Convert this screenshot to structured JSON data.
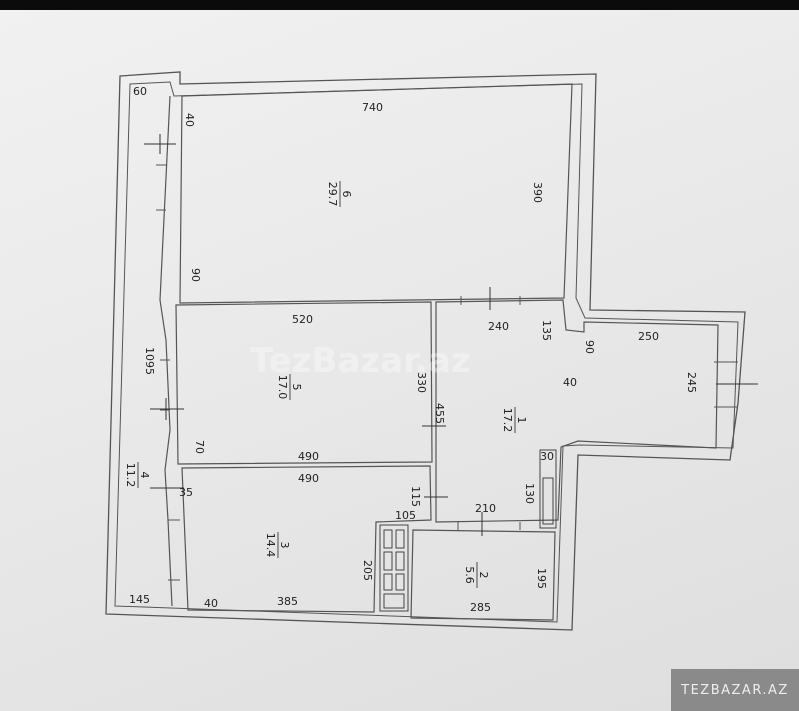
{
  "plan": {
    "watermark": "TezBazar.az",
    "badge": "TEZBAZAR.AZ",
    "rooms": [
      {
        "number": "6",
        "area": "29.7"
      },
      {
        "number": "5",
        "area": "17.0"
      },
      {
        "number": "4",
        "area": "11.2"
      },
      {
        "number": "3",
        "area": "14.4"
      },
      {
        "number": "1",
        "area": "17.2"
      },
      {
        "number": "2",
        "area": "5.6"
      }
    ],
    "dimensions": {
      "d60": "60",
      "d40_top": "40",
      "d740": "740",
      "d390": "390",
      "d90_r6": "90",
      "d520": "520",
      "d330": "330",
      "d490_a": "490",
      "d70": "70",
      "d1095": "1095",
      "d490_b": "490",
      "d35": "35",
      "d385": "385",
      "d40_bottom": "40",
      "d145": "145",
      "d205": "205",
      "d105": "105",
      "d115": "115",
      "d455": "455",
      "d240": "240",
      "d135": "135",
      "d90_r1": "90",
      "d40_r1": "40",
      "d250": "250",
      "d245": "245",
      "d30": "30",
      "d130": "130",
      "d210": "210",
      "d195": "195",
      "d285": "285"
    }
  }
}
